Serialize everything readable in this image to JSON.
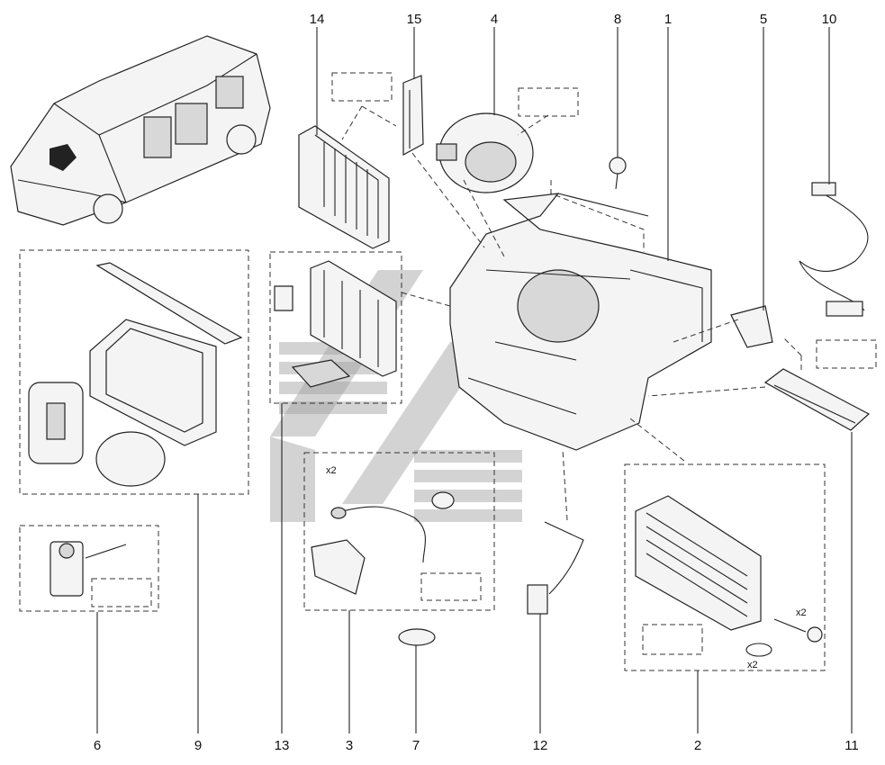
{
  "callouts": {
    "c14": "14",
    "c15": "15",
    "c4": "4",
    "c8": "8",
    "c1": "1",
    "c5": "5",
    "c10": "10",
    "c6": "6",
    "c9": "9",
    "c13": "13",
    "c3": "3",
    "c7": "7",
    "c12": "12",
    "c2": "2",
    "c11": "11"
  },
  "qty": {
    "q3": "x2",
    "q2a": "x2",
    "q2b": "x2"
  }
}
